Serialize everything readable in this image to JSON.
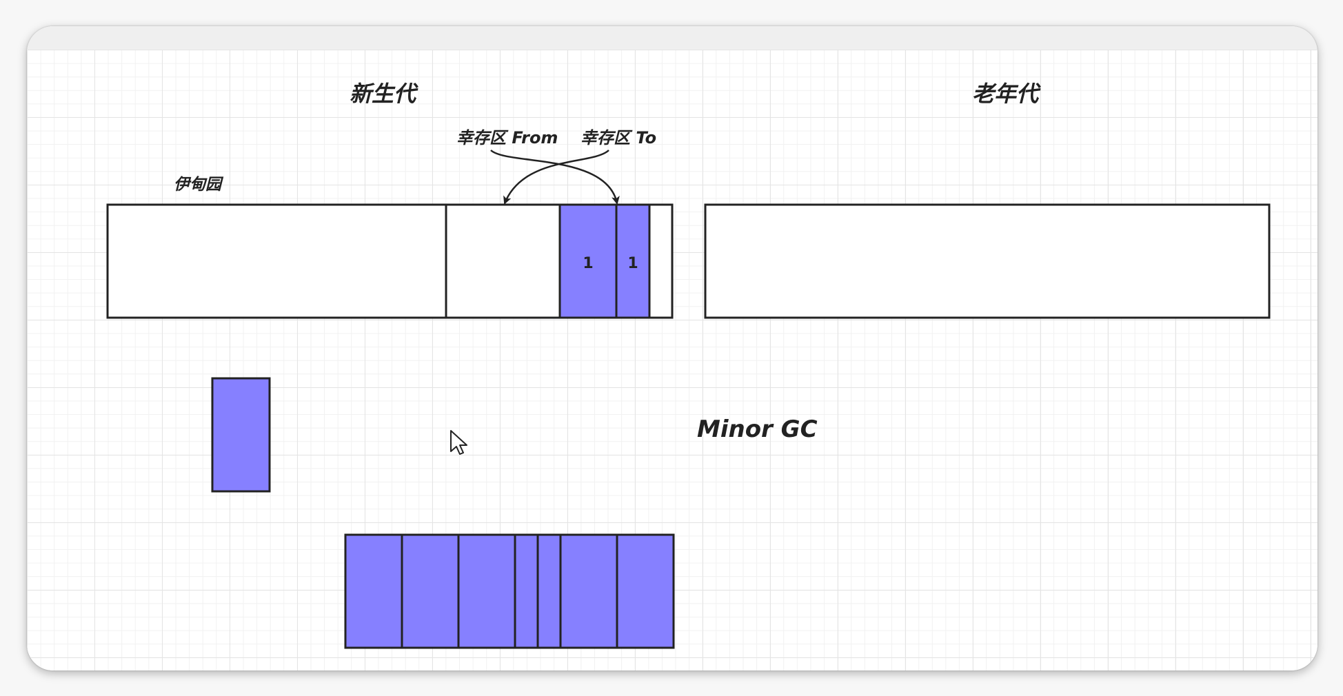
{
  "labels": {
    "young_gen": "新生代",
    "old_gen": "老年代",
    "survivor_from": "幸存区 From",
    "survivor_to": "幸存区 To",
    "eden": "伊甸园",
    "minor_gc": "Minor GC"
  },
  "survivor_from_count": "1",
  "survivor_to_count": "1",
  "colors": {
    "object_fill": "#8680ff",
    "region_fill": "#ffffff",
    "stroke": "#222222"
  },
  "icons": {
    "cursor": "mouse-pointer-icon"
  }
}
